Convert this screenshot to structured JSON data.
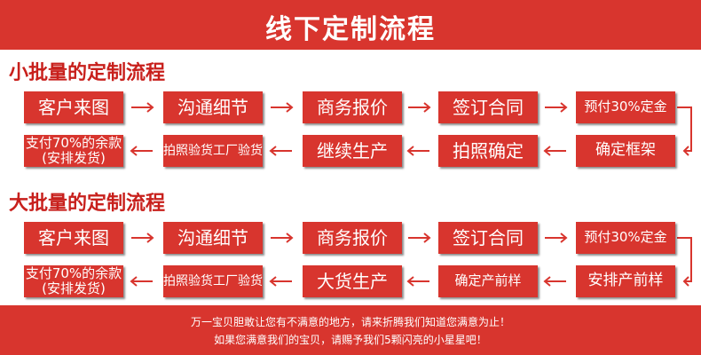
{
  "header": {
    "title": "线下定制流程"
  },
  "sections": [
    {
      "title": "小批量的定制流程",
      "row1": [
        "客户来图",
        "沟通细节",
        "商务报价",
        "签订合同",
        "预付30%定金"
      ],
      "row2": [
        "支付70%的余款(安排发货)",
        "拍照验货工厂验货",
        "继续生产",
        "拍照确定",
        "确定框架"
      ]
    },
    {
      "title": "大批量的定制流程",
      "row1": [
        "客户来图",
        "沟通细节",
        "商务报价",
        "签订合同",
        "预付30%定金"
      ],
      "row2": [
        "支付70%的余款(安排发货)",
        "拍照验货工厂验货",
        "大货生产",
        "确定产前样",
        "安排产前样"
      ]
    }
  ],
  "footer": {
    "line1": "万一宝贝胆敢让您有不满意的地方，请来折腾我们知道您满意为止！",
    "line2": "如果您满意我们的宝贝，请赐予我们5颗闪亮的小星星吧！"
  },
  "colors": {
    "accent": "#d8352e",
    "section_title": "#c8201c",
    "arrow": "#d8352e",
    "background": "#ffffff"
  }
}
